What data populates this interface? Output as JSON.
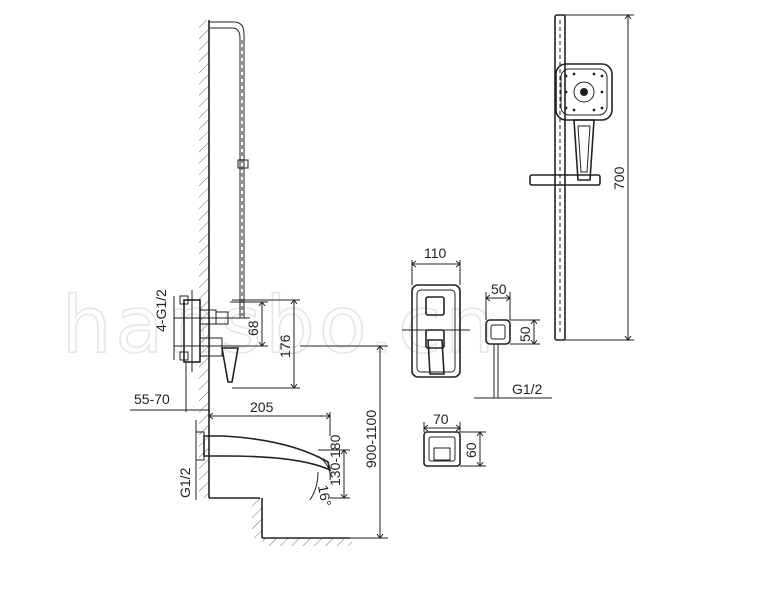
{
  "watermark": "hansbo.cn",
  "dimensions": {
    "thread_4_g12": "4-G1/2",
    "dim_68": "68",
    "dim_176": "176",
    "dim_55_70": "55-70",
    "dim_205": "205",
    "dim_130_180": "130-180",
    "dim_900_1100": "900-1100",
    "angle_16": "16°",
    "thread_g12_spout": "G1/2",
    "plate_width_110": "110",
    "knob_50_w": "50",
    "knob_50_h": "50",
    "thread_g12_knob": "G1/2",
    "box_70": "70",
    "box_60": "60",
    "rail_700": "700"
  }
}
